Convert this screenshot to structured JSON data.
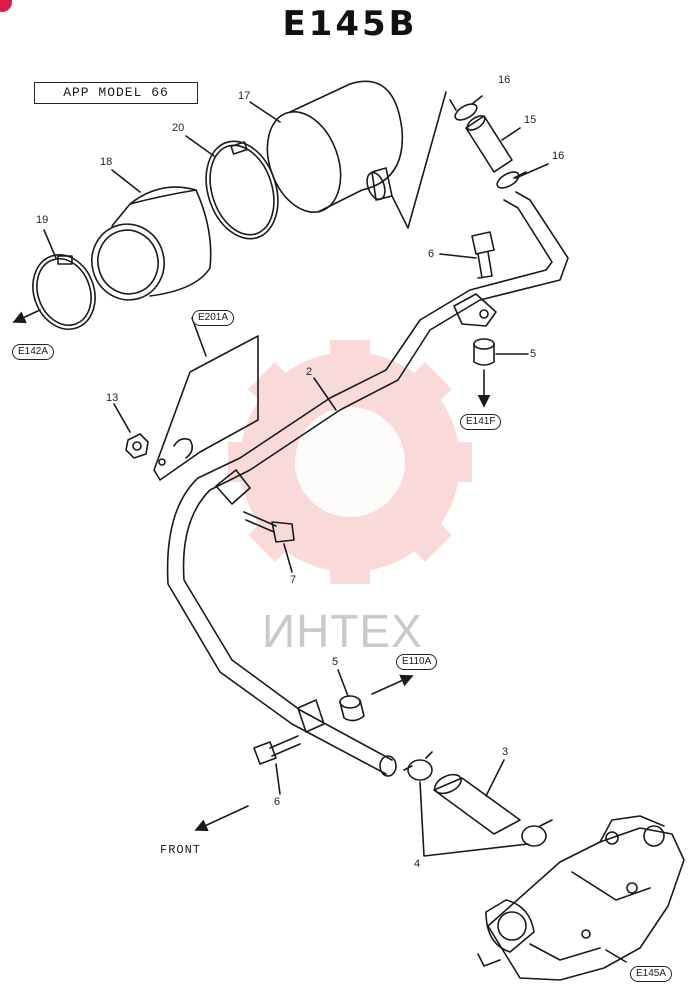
{
  "page": {
    "title": "E145B",
    "app_model": "APP MODEL  66",
    "front_label": "FRONT"
  },
  "watermark": {
    "text": "ИНТЕХ",
    "color": "#e53935"
  },
  "parts": [
    {
      "key": "p16a",
      "num": "16"
    },
    {
      "key": "p15",
      "num": "15"
    },
    {
      "key": "p16b",
      "num": "16"
    },
    {
      "key": "p17",
      "num": "17"
    },
    {
      "key": "p20",
      "num": "20"
    },
    {
      "key": "p18",
      "num": "18"
    },
    {
      "key": "p19",
      "num": "19"
    },
    {
      "key": "p6a",
      "num": "6"
    },
    {
      "key": "p5a",
      "num": "5"
    },
    {
      "key": "p2",
      "num": "2"
    },
    {
      "key": "p13",
      "num": "13"
    },
    {
      "key": "p7",
      "num": "7"
    },
    {
      "key": "p5b",
      "num": "5"
    },
    {
      "key": "p3",
      "num": "3"
    },
    {
      "key": "p6b",
      "num": "6"
    },
    {
      "key": "p4",
      "num": "4"
    }
  ],
  "references": {
    "e142a": "E142A",
    "e201a": "E201A",
    "e141f": "E141F",
    "e110a": "E110A",
    "e145a": "E145A"
  },
  "colors": {
    "line": "#1a1a1a",
    "badge": "#d81b4a"
  }
}
